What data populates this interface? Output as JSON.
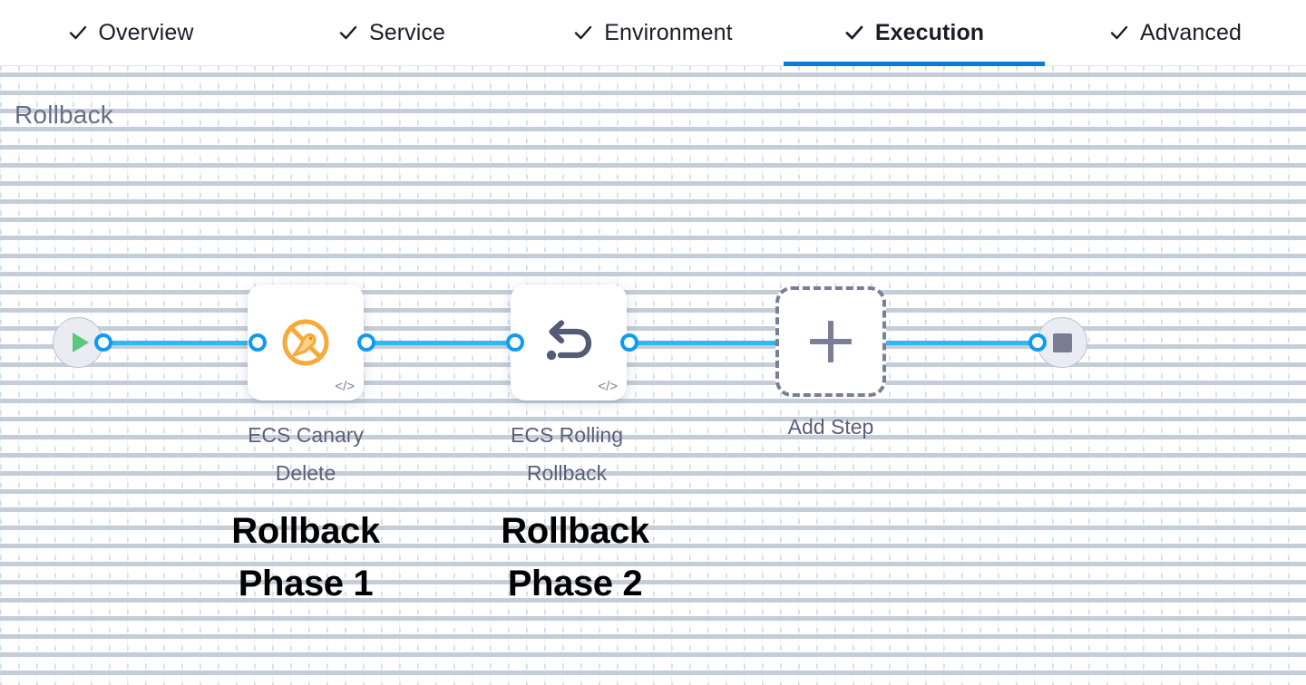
{
  "tabs": [
    {
      "label": "Overview",
      "icon": "check-icon",
      "active": false
    },
    {
      "label": "Service",
      "icon": "check-icon",
      "active": false
    },
    {
      "label": "Environment",
      "icon": "check-icon",
      "active": false
    },
    {
      "label": "Execution",
      "icon": "check-icon",
      "active": true
    },
    {
      "label": "Advanced",
      "icon": "check-icon",
      "active": false
    }
  ],
  "canvas": {
    "title": "Rollback",
    "start_node": {
      "name": "start-node",
      "icon": "play-icon"
    },
    "end_node": {
      "name": "end-node",
      "icon": "stop-icon"
    },
    "add_step": {
      "label": "Add Step",
      "icon": "plus-icon"
    },
    "nodes": [
      {
        "name": "ecs-canary-delete",
        "label": "ECS Canary\nDelete",
        "icon": "canary-delete-icon",
        "badge": "</>",
        "annotation": "Rollback\nPhase 1"
      },
      {
        "name": "ecs-rolling-rollback",
        "label": "ECS Rolling\nRollback",
        "icon": "rollback-arrow-icon",
        "badge": "</>",
        "annotation": "Rollback\nPhase 2"
      }
    ]
  },
  "colors": {
    "accent_blue": "#0b7cd4",
    "connector_blue": "#2fb9f2",
    "connector_dot": "#0f9bf0",
    "canary_orange": "#f5a623",
    "play_green": "#5bc77f",
    "title_gray": "#6b6d85",
    "node_dark": "#565a74"
  }
}
